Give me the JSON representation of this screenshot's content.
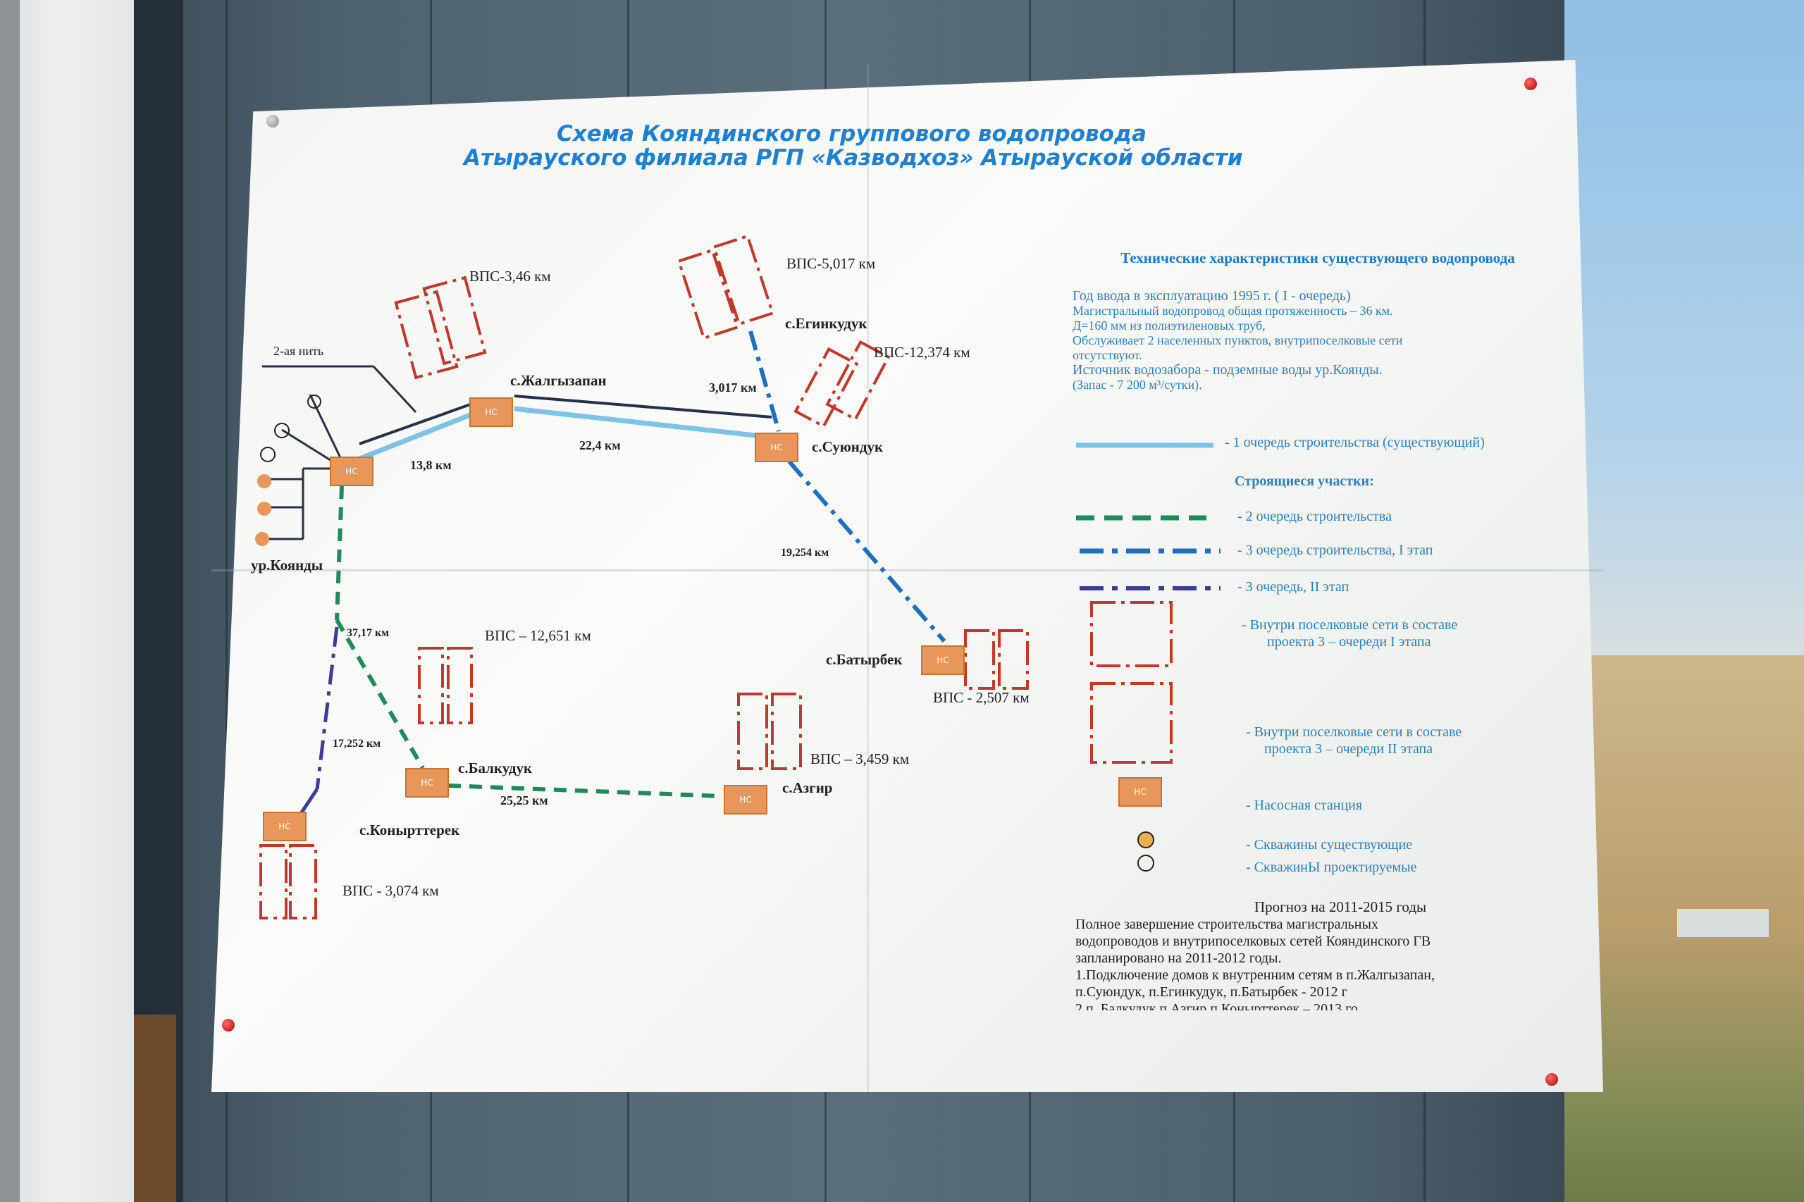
{
  "poster": {
    "title_line1": "Схема   Кояндинского   группового  водопровода",
    "title_line2": "Атырауского   филиала   РГП  «Казводхоз»   Атырауской  области"
  },
  "map": {
    "thread2_label": "2-ая нить",
    "source_label": "ур.Коянды",
    "ns_label": "НС",
    "villages": {
      "zhalgyzapan": "с.Жалгызапан",
      "egin": "с.Егинкудук",
      "suyundyk": "с.Суюндук",
      "batyrbek": "с.Батырбек",
      "balkuduk": "с.Балкудук",
      "azgir": "с.Азгир",
      "konyrterek": "с.Конырттерек"
    },
    "vps": {
      "v1": "ВПС-3,46 км",
      "v2": "ВПС-5,017 км",
      "v3": "ВПС-12,374 км",
      "v4": "ВПС – 12,651 км",
      "v5": "ВПС - 2,507 км",
      "v6": "ВПС – 3,459 км",
      "v7": "ВПС - 3,074 км"
    },
    "distances": {
      "d1": "13,8 км",
      "d2": "22,4 км",
      "d3": "3,017 км",
      "d4": "19,254 км",
      "d5": "37,17 км",
      "d6": "17,252 км",
      "d7": "25,25 км"
    },
    "colors": {
      "stage1": "#7cc3e6",
      "stage2": "#1f8a5a",
      "stage3_1": "#1e6fbf",
      "stage3_2": "#3b3b9a",
      "vps": "#c0392b",
      "dark_line": "#23324a"
    }
  },
  "legend": {
    "title": "Технические   характеристики  существующего водопровода",
    "lines": [
      "Год ввода   в  эксплуатацию    1995 г.   ( I - очередь)",
      "Магистральный  водопровод  общая  протяженность – 36 км.",
      "Д=160 мм    из   полиэтиленовых  труб,",
      "Обслуживает   2 населенных  пунктов,   внутрипоселковые   сети",
      "отсутствуют.",
      "Источник   водозабора - подземные   воды  ур.Коянды.",
      "(Запас - 7 200 м³/сутки)."
    ],
    "stage1": "- 1 очередь  строительства (существующий)",
    "under_construction": "Строящиеся   участки:",
    "stage2": "- 2 очередь  строительства",
    "stage3_1": "-  3  очередь   строительства,   I этап",
    "stage3_2": "-  3  очередь,   II  этап",
    "internal1_line1": "-    Внутри поселковые   сети   в составе",
    "internal1_line2": "проекта  3 – очереди   I этапа",
    "internal2_line1": "-    Внутри поселковые  сети  в   составе",
    "internal2_line2": "проекта  3 – очереди   II этапа",
    "pump": "-   Насосная станция",
    "wells_existing": "-   Скважины  существующие",
    "wells_planned": "-   СкважинЫ  проектируемые"
  },
  "forecast": {
    "title": "Прогноз  на  2011-2015  годы",
    "lines": [
      "         Полное           завершение          строительства          магистральных",
      "водопроводов      и   внутрипоселковых   сетей       Кояндинского   ГВ",
      "запланировано  на 2011-2012 годы.",
      "1.Подключение        домов    к       внутренним  сетям  в   п.Жалгызапан,",
      "п.Суюндук,   п.Егинкудук,     п.Батырбек - 2012   г",
      "2.п. Балкудук    п.Азгир  п.Конырттерек – 2013   го"
    ]
  }
}
